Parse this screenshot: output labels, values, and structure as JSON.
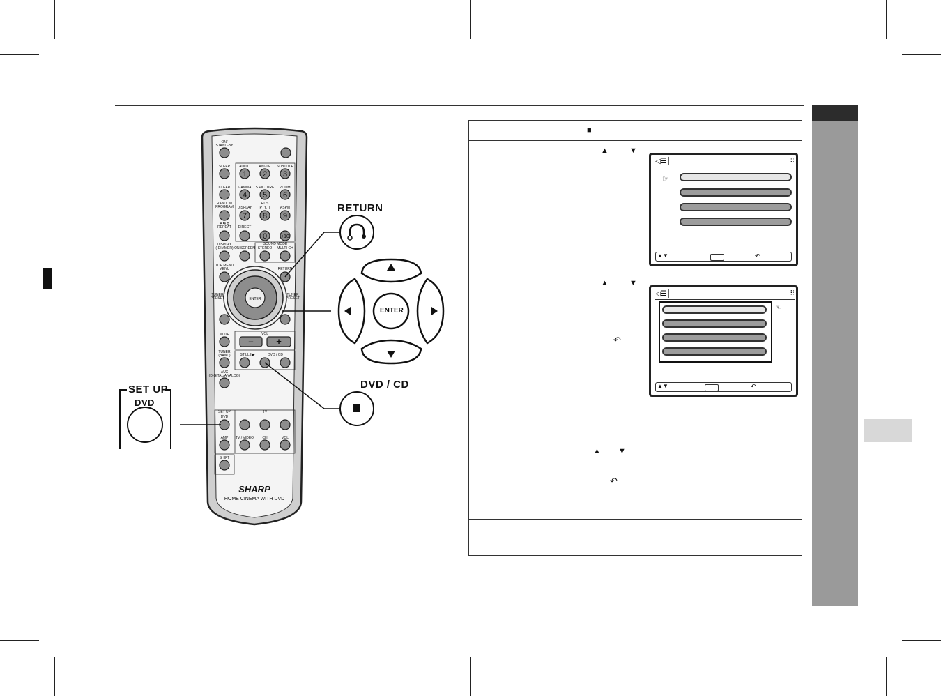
{
  "remote": {
    "brand": "SHARP",
    "model_line": "HOME CINEMA WITH DVD",
    "buttons": {
      "on_standby": "ON/ STAND-BY",
      "sleep": "SLEEP",
      "audio": "AUDIO",
      "angle": "ANGLE",
      "subtitle": "SUBTITLE",
      "clear": "CLEAR",
      "gamma": "GAMMA",
      "spicture": "S.PICTURE",
      "zoom": "ZOOM",
      "random_program": "RANDOM PROGRAM",
      "rds": "RDS",
      "display": "DISPLAY",
      "pty_ti": "PTY,TI",
      "aspm": "ASPM",
      "ab_repeat": "A ⇆ B REPEAT",
      "direct": "DIRECT",
      "display_dimmer": "DISPLAY (-DIMMER)",
      "on_screen": "ON SCREEN",
      "sound_mode": "SOUND MODE",
      "stereo": "STEREO",
      "multi_ch": "MULTI-CH",
      "top_menu": "TOP MENU MENU",
      "return": "RETURN",
      "tuner_preset_l": "TUNER PRESET",
      "tuner_preset_r": "TUNER PRESET",
      "enter": "ENTER",
      "mute": "MUTE",
      "vol": "VOL",
      "tuner_band": "TUNER (BAND)",
      "still": "STILL II▶",
      "dvd_cd": "DVD / CD",
      "aux": "AUX (DIGITAL/ANALOG)",
      "setup": "SET UP",
      "dvd": "DVD",
      "tv": "TV",
      "amp": "AMP",
      "tv_video": "TV / VIDEO",
      "ch": "CH",
      "shift": "SHIFT",
      "digits": [
        "1",
        "2",
        "3",
        "4",
        "5",
        "6",
        "7",
        "8",
        "9",
        "0",
        "+10"
      ],
      "minus": "–",
      "plus": "+"
    }
  },
  "callouts": {
    "return_label": "RETURN",
    "dvdcd_label": "DVD / CD",
    "enter_label": "ENTER",
    "setup_label": "SET UP",
    "setup_sub": "DVD"
  },
  "table": {
    "stop_symbol": "■",
    "up_symbol": "▲",
    "down_symbol": "▼",
    "return_symbol": "↶",
    "osd_icon": "speaker-menu-icon",
    "osd_grid": "grid-icon"
  },
  "colors": {
    "tab_dark": "#333333",
    "tab_gray": "#9a9a9a",
    "tab_light": "#dcdcdc",
    "button_gray": "#8a8a8a"
  }
}
